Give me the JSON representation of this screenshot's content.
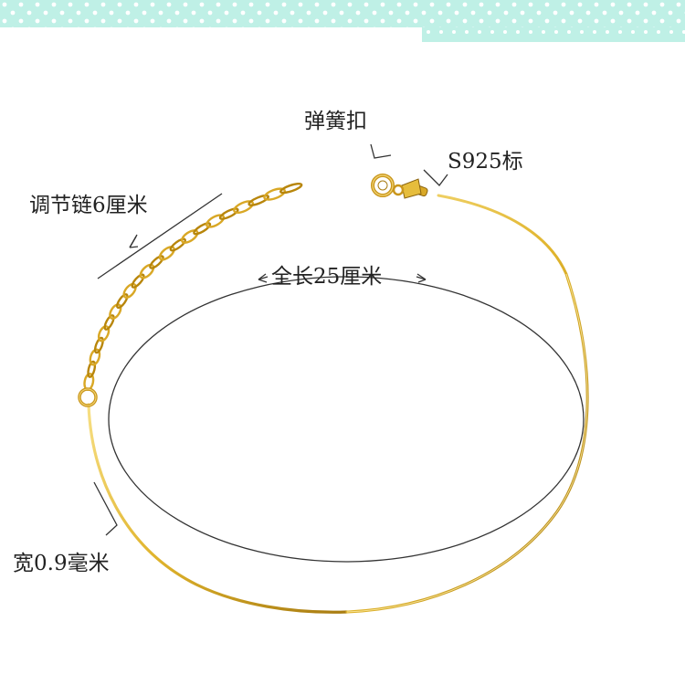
{
  "labels": {
    "spring_clasp": "弹簧扣",
    "s925_mark": "S925标",
    "extension_chain": "调节链6厘米",
    "total_length": "全长25厘米",
    "width": "宽0.9毫米"
  },
  "colors": {
    "banner_mint": "#bff0e6",
    "banner_dot": "#ffffff",
    "gold": "#e0b42c",
    "gold_dark": "#a87c12",
    "gold_light": "#f7df84",
    "annotation_line": "#333333"
  }
}
